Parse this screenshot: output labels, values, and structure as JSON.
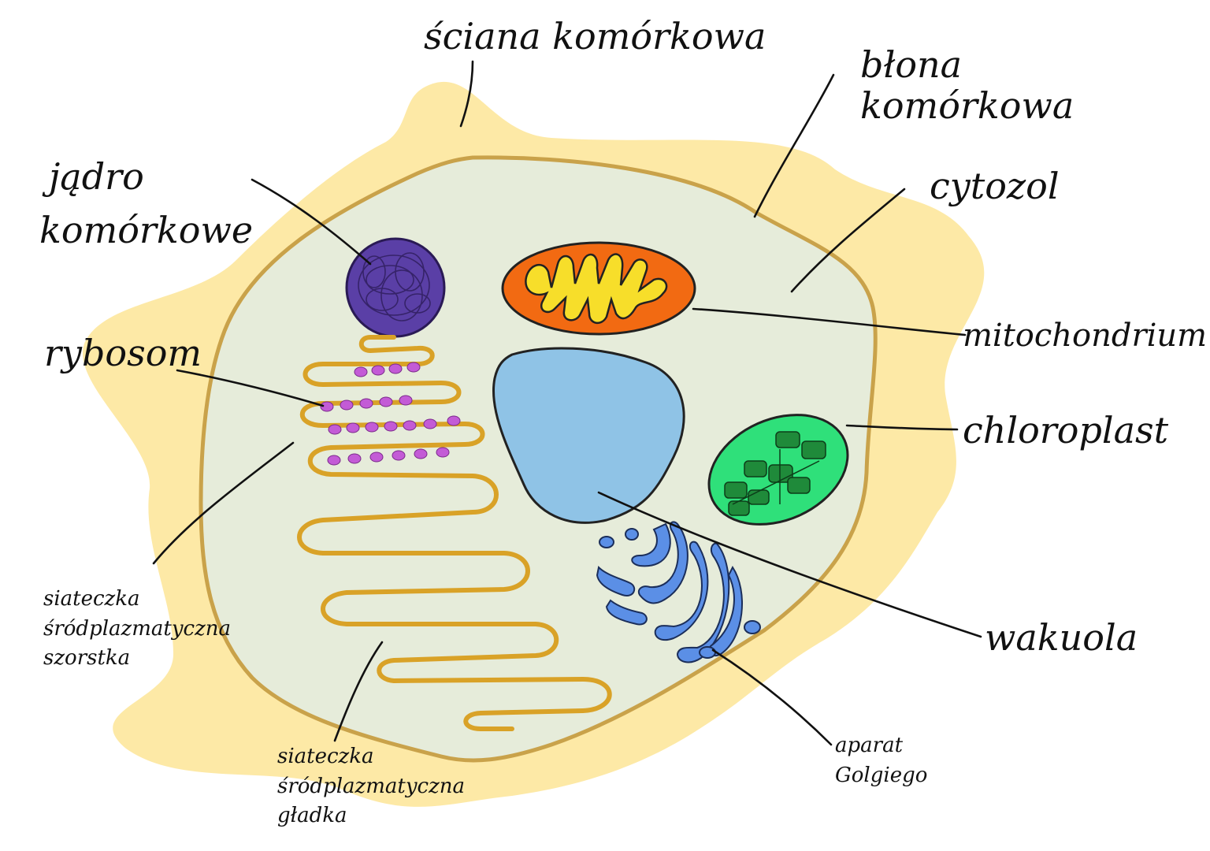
{
  "labels": {
    "cell_wall": "ściana komórkowa",
    "cell_membrane_line1": "błona",
    "cell_membrane_line2": "komórkowa",
    "cytosol": "cytozol",
    "nucleus_line1": "jądro",
    "nucleus_line2": "komórkowe",
    "ribosome": "rybosom",
    "mitochondrion": "mitochondrium",
    "chloroplast": "chloroplast",
    "rough_er_line1": "siateczka",
    "rough_er_line2": "śródplazmatyczna",
    "rough_er_line3": "szorstka",
    "smooth_er_line1": "siateczka",
    "smooth_er_line2": "śródplazmatyczna",
    "smooth_er_line3": "gładka",
    "vacuole": "wakuola",
    "golgi_line1": "aparat",
    "golgi_line2": "Golgiego"
  },
  "colors": {
    "cell_wall": "#fde9a6",
    "cytoplasm": "#e6ecda",
    "membrane": "#c9a24a",
    "nucleus": "#5a3fa6",
    "mitochondrion_outer": "#f26a12",
    "mitochondrion_inner": "#f7de2a",
    "chloroplast": "#2fe07a",
    "thylakoid": "#1f8a3a",
    "vacuole": "#8fc3e6",
    "golgi": "#5b8fe6",
    "ribosome": "#c35bd6",
    "er": "#d9a227"
  }
}
